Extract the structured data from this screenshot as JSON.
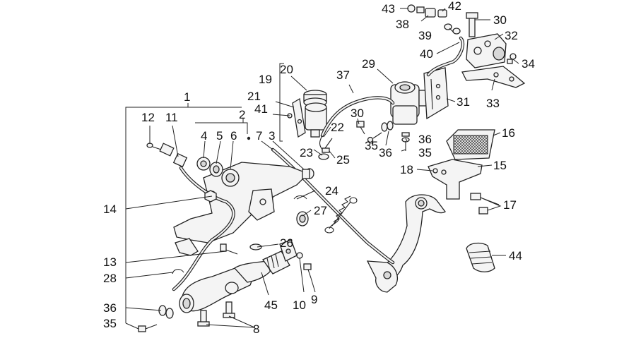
{
  "labels": [
    {
      "id": "1",
      "text": "1"
    },
    {
      "id": "2",
      "text": "2"
    },
    {
      "id": "3",
      "text": "3"
    },
    {
      "id": "4",
      "text": "4"
    },
    {
      "id": "5",
      "text": "5"
    },
    {
      "id": "6",
      "text": "6"
    },
    {
      "id": "7",
      "text": "7"
    },
    {
      "id": "8",
      "text": "8"
    },
    {
      "id": "9",
      "text": "9"
    },
    {
      "id": "10",
      "text": "10"
    },
    {
      "id": "11",
      "text": "11"
    },
    {
      "id": "12",
      "text": "12"
    },
    {
      "id": "13",
      "text": "13"
    },
    {
      "id": "14",
      "text": "14"
    },
    {
      "id": "15",
      "text": "15"
    },
    {
      "id": "16",
      "text": "16"
    },
    {
      "id": "17",
      "text": "17"
    },
    {
      "id": "18",
      "text": "18"
    },
    {
      "id": "19",
      "text": "19"
    },
    {
      "id": "20",
      "text": "20"
    },
    {
      "id": "21",
      "text": "21"
    },
    {
      "id": "22",
      "text": "22"
    },
    {
      "id": "23",
      "text": "23"
    },
    {
      "id": "24",
      "text": "24"
    },
    {
      "id": "25",
      "text": "25"
    },
    {
      "id": "26",
      "text": "26"
    },
    {
      "id": "27",
      "text": "27"
    },
    {
      "id": "28",
      "text": "28"
    },
    {
      "id": "29",
      "text": "29"
    },
    {
      "id": "30a",
      "text": "30"
    },
    {
      "id": "30b",
      "text": "30"
    },
    {
      "id": "31",
      "text": "31"
    },
    {
      "id": "32",
      "text": "32"
    },
    {
      "id": "33",
      "text": "33"
    },
    {
      "id": "34",
      "text": "34"
    },
    {
      "id": "35a",
      "text": "35"
    },
    {
      "id": "35b",
      "text": "35"
    },
    {
      "id": "35c",
      "text": "35"
    },
    {
      "id": "36a",
      "text": "36"
    },
    {
      "id": "36b",
      "text": "36"
    },
    {
      "id": "36c",
      "text": "36"
    },
    {
      "id": "37",
      "text": "37"
    },
    {
      "id": "38",
      "text": "38"
    },
    {
      "id": "39",
      "text": "39"
    },
    {
      "id": "40",
      "text": "40"
    },
    {
      "id": "41",
      "text": "41"
    },
    {
      "id": "42",
      "text": "42"
    },
    {
      "id": "43",
      "text": "43"
    },
    {
      "id": "44",
      "text": "44"
    },
    {
      "id": "45",
      "text": "45"
    }
  ]
}
